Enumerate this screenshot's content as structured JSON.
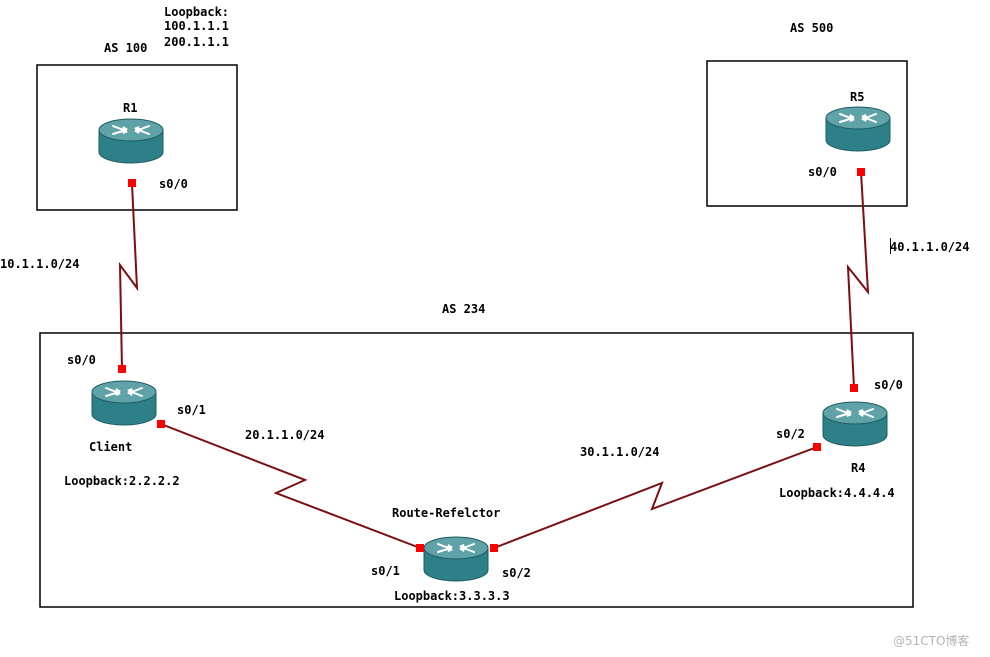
{
  "as_labels": {
    "as100": "AS 100",
    "as500": "AS 500",
    "as234": "AS 234"
  },
  "routers": {
    "r1": {
      "name": "R1",
      "loopback_title": "Loopback:",
      "loopback_1": "100.1.1.1",
      "loopback_2": "200.1.1.1",
      "if_s00": "s0/0"
    },
    "r5": {
      "name": "R5",
      "if_s00": "s0/0"
    },
    "client": {
      "name": "Client",
      "loopback": "Loopback:2.2.2.2",
      "if_s00": "s0/0",
      "if_s01": "s0/1"
    },
    "rr": {
      "name": "Route-Refelctor",
      "loopback": "Loopback:3.3.3.3",
      "if_s01": "s0/1",
      "if_s02": "s0/2"
    },
    "r4": {
      "name": "R4",
      "loopback": "Loopback:4.4.4.4",
      "if_s00": "s0/0",
      "if_s02": "s0/2"
    }
  },
  "networks": {
    "r1_client": "10.1.1.0/24",
    "client_rr": "20.1.1.0/24",
    "rr_r4": "30.1.1.0/24",
    "r5_r4": "40.1.1.0/24"
  },
  "colors": {
    "link": "#7a0f10",
    "port": "#ff0000",
    "router_top": "#5fa3a8",
    "router_side": "#2e8088",
    "router_arrow": "#ffffff",
    "box": "#000000"
  },
  "watermark": "@51CTO博客"
}
